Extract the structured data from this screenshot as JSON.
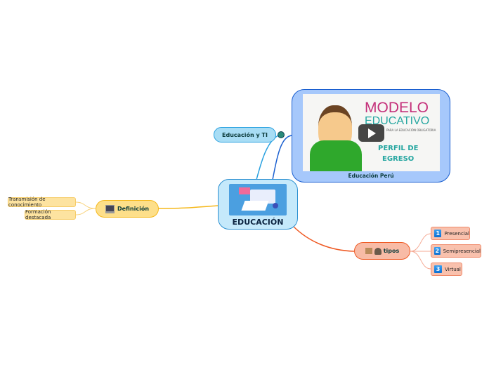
{
  "central": {
    "label": "EDUCACIÓN",
    "image": "education-illustration"
  },
  "branches": {
    "ti": {
      "label": "Educación y TI",
      "icon": "globe-icon"
    },
    "video": {
      "caption": "Educación Perú",
      "thumbnail": {
        "title1": "MODELO",
        "title2": "EDUCATIVO",
        "subtitle": "PARA LA EDUCACIÓN OBLIGATORIA",
        "tag1": "PERFIL DE",
        "tag2": "EGRESO"
      },
      "icon": "play-icon"
    },
    "definicion": {
      "label": "Definición",
      "icon": "computer-icon",
      "children": [
        "Transmisión de conocimiento",
        "Formación destacada"
      ]
    },
    "tipos": {
      "label": "tipos",
      "icons": [
        "school-icon",
        "student-laptop-icon"
      ],
      "children": [
        {
          "num": "1",
          "label": "Presencial"
        },
        {
          "num": "2",
          "label": "Semipresencial"
        },
        {
          "num": "3",
          "label": "Virtual"
        }
      ]
    }
  },
  "colors": {
    "central": "#c5e9fb",
    "ti": "#a8ddf5",
    "video": "#a6c8fb",
    "definicion": "#fddf8a",
    "tipos": "#f8bba6"
  }
}
